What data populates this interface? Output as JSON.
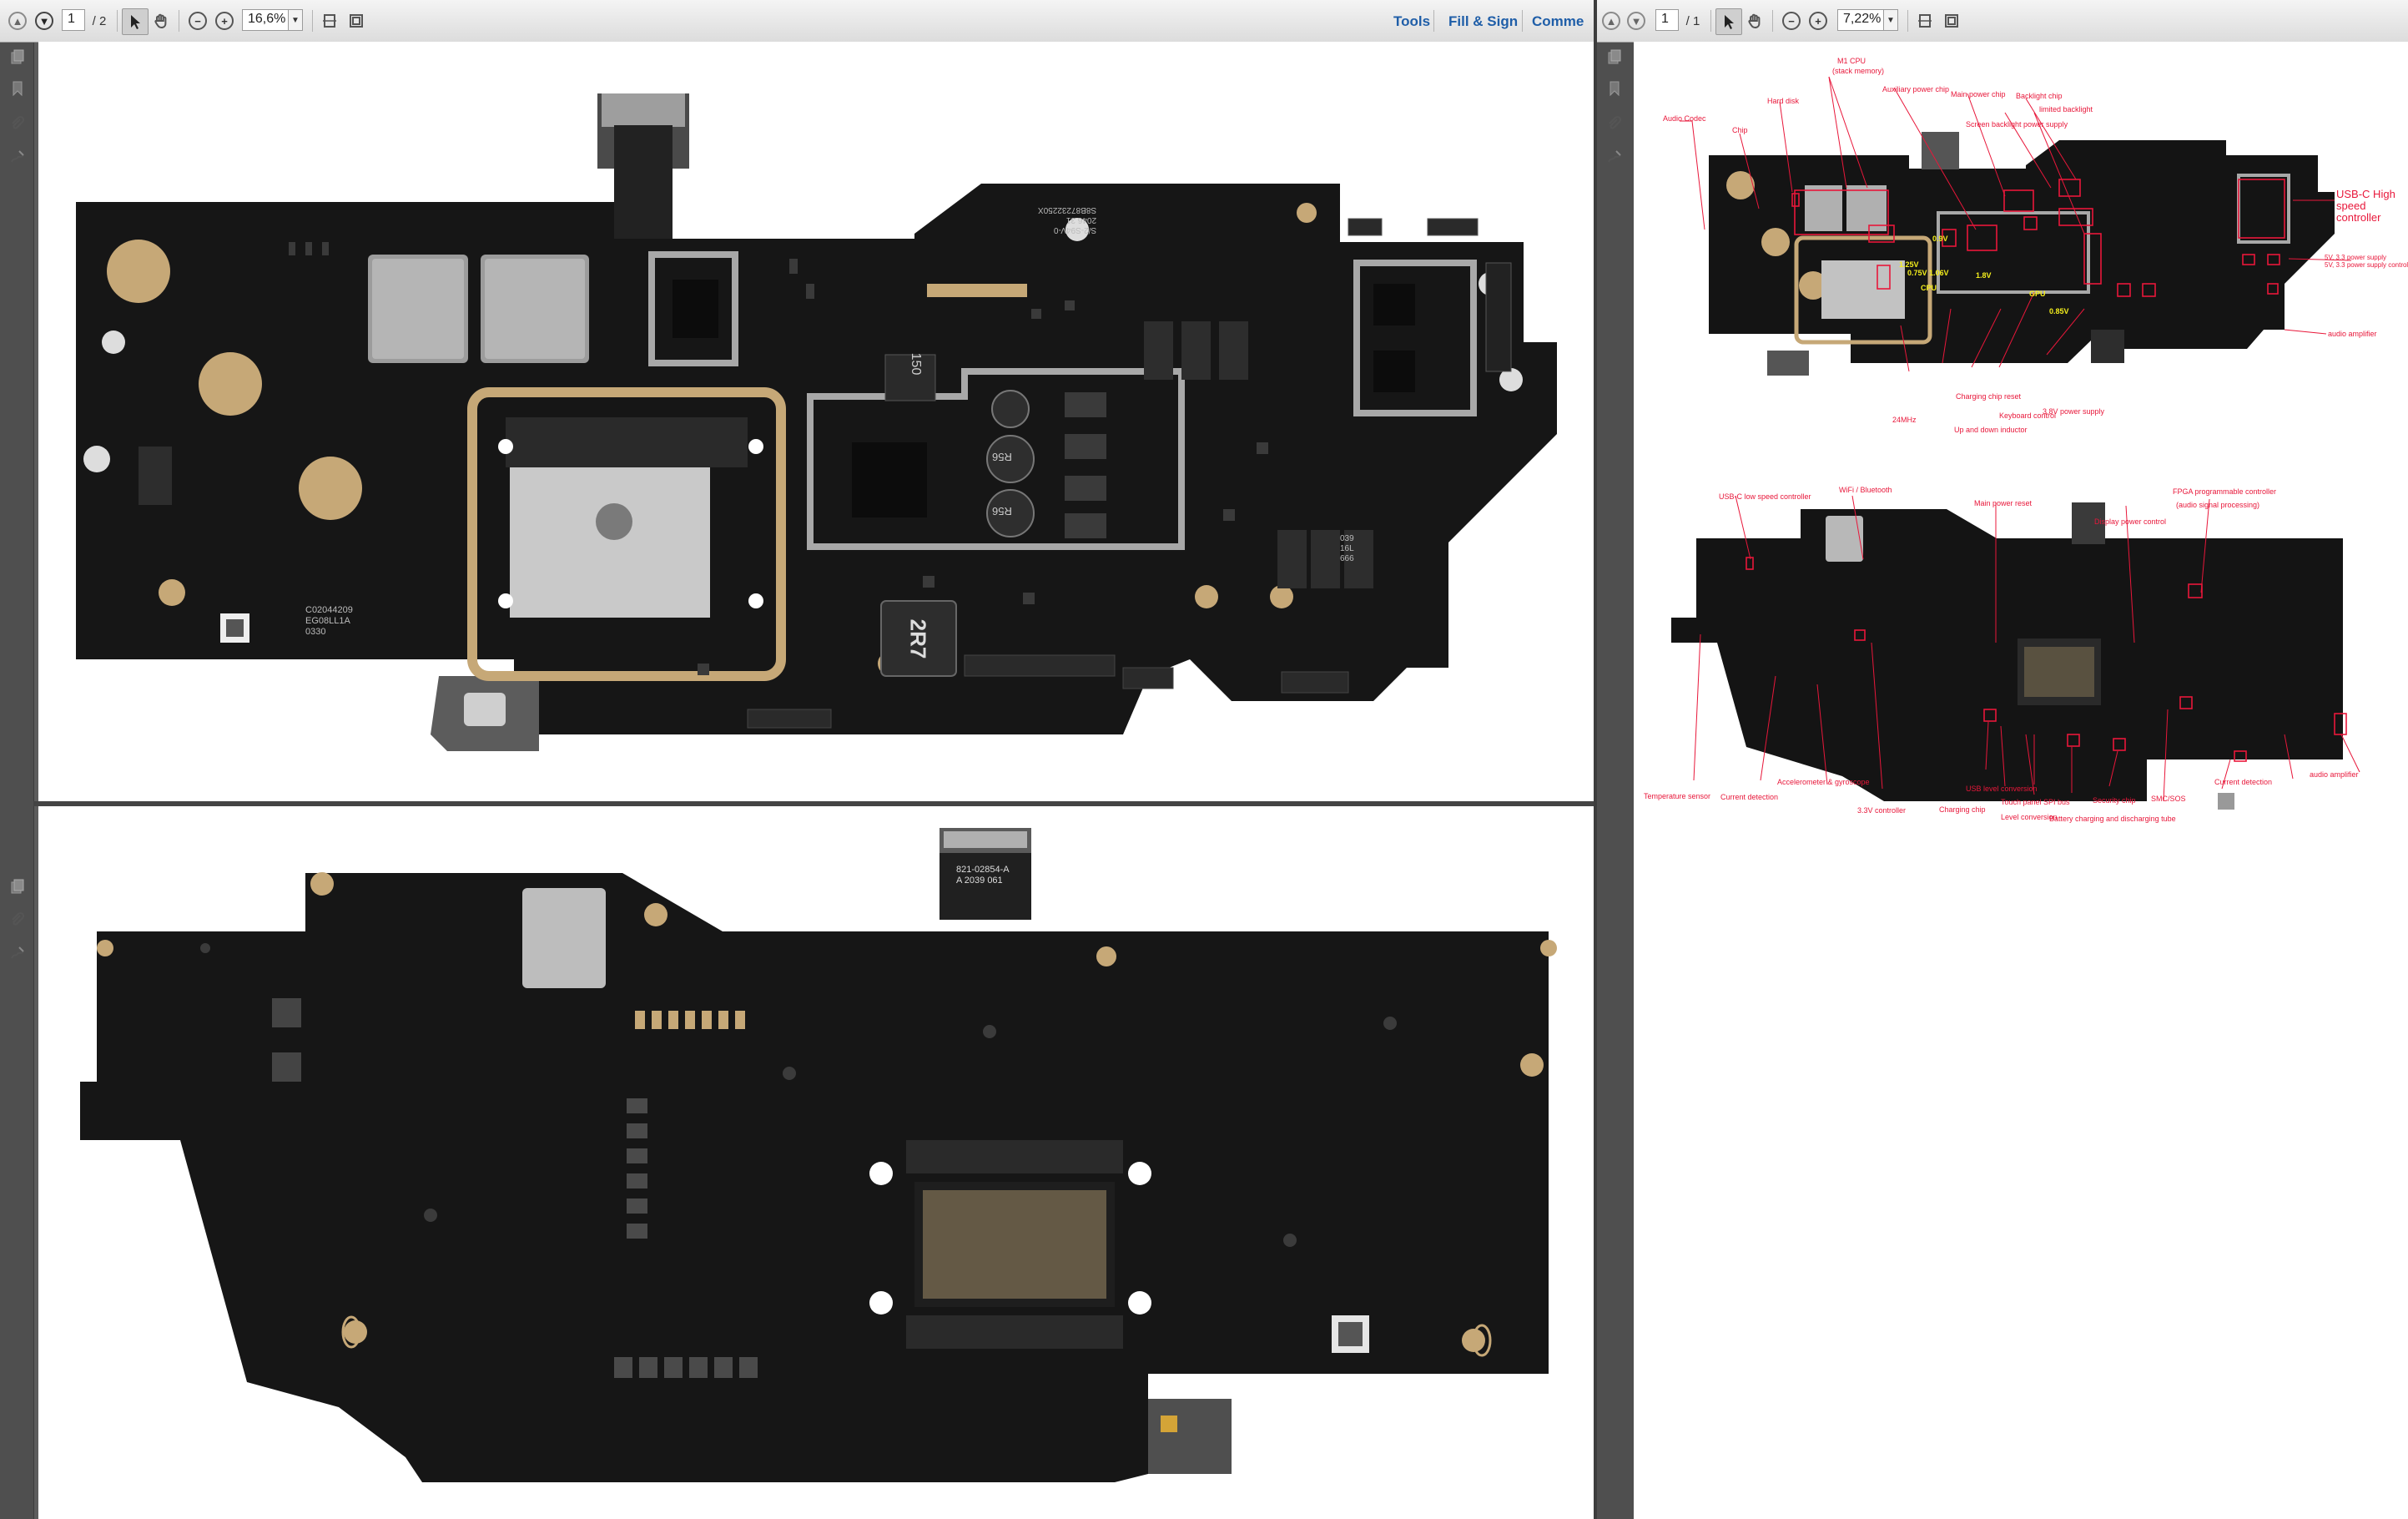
{
  "left_window": {
    "toolbar": {
      "page_current": "1",
      "page_total": "/ 2",
      "zoom": "16,6%",
      "tools_label": "Tools",
      "fill_sign_label": "Fill & Sign",
      "comment_label": "Comme"
    },
    "page1": {
      "chips": {
        "inductor_150": "150",
        "inductor_r56a": "R56",
        "inductor_r56b": "R56",
        "inductor_2r7": "2R7",
        "serial_line1": "C02044209",
        "serial_line2": "EG08LL1A",
        "serial_line3": "0330",
        "cap_line1": "039",
        "cap_line2": "16L",
        "cap_line3": "666",
        "board_id1": "S/2-S94V-0",
        "board_id2": "2046 31",
        "board_id3": "S8B87232250X"
      }
    },
    "page2": {
      "flex_label1": "821-02854-A",
      "flex_label2": "A 2039 061"
    }
  },
  "right_window": {
    "toolbar": {
      "page_current": "1",
      "page_total": "/ 1",
      "zoom": "7,22%"
    },
    "annotations_top": {
      "m1_cpu": "M1 CPU",
      "m1_cpu_sub": "(stack memory)",
      "hard_disk": "Hard disk",
      "aux_power": "Auxiliary power chip",
      "main_power": "Main power chip",
      "backlight_chip": "Backlight chip",
      "screen_backlight": "Screen backlight power supply",
      "audio_codec": "Audio Codec",
      "chip": "Chip",
      "limited_backlight": "limited backlight",
      "usbc_high": "USB-C High speed controller",
      "power_5v_1": "5V, 3.3 power supply",
      "power_5v_2": "5V, 3.3 power supply control",
      "audio_amp": "audio amplifier",
      "power_3v8": "3.8V power supply",
      "keyboard_control": "Keyboard control",
      "charging_reset": "Charging chip reset",
      "up_down_inductor": "Up and down inductor",
      "mhz24": "24MHz",
      "gpu_rail": "GPU",
      "cpu_rail": "CPU",
      "v_09": "0.9V",
      "v_075": "0.75V 1.06V",
      "v_125": "1.25V",
      "v_18": "1.8V",
      "v_085": "0.85V"
    },
    "annotations_bottom": {
      "usbc_low": "USB-C low speed controller",
      "wifi_bt": "WiFi / Bluetooth",
      "main_power_reset": "Main power reset",
      "display_power": "Display power control",
      "fpga_1": "FPGA programmable controller",
      "fpga_2": "(audio signal processing)",
      "temp_sensor": "Temperature sensor",
      "current_det_1": "Current detection",
      "accel_gyro": "Accelerometer & gyroscope",
      "v33_controller": "3.3V controller",
      "usb_level": "USB level conversion",
      "charging_chip": "Charging chip",
      "touch_spi": "Touch panel SPI bus",
      "level_conv": "Level conversion",
      "security_chip": "Security chip",
      "battery_tube": "Battery charging and discharging tube",
      "smc_sos": "SMC/SOS",
      "current_det_2": "Current detection",
      "audio_amp2": "audio amplifier"
    }
  },
  "colors": {
    "pcb": "#161616",
    "gold": "#c6a877",
    "shield": "#a8a8a8",
    "annotation": "#e8173a",
    "voltage": "#f5ef1c"
  }
}
